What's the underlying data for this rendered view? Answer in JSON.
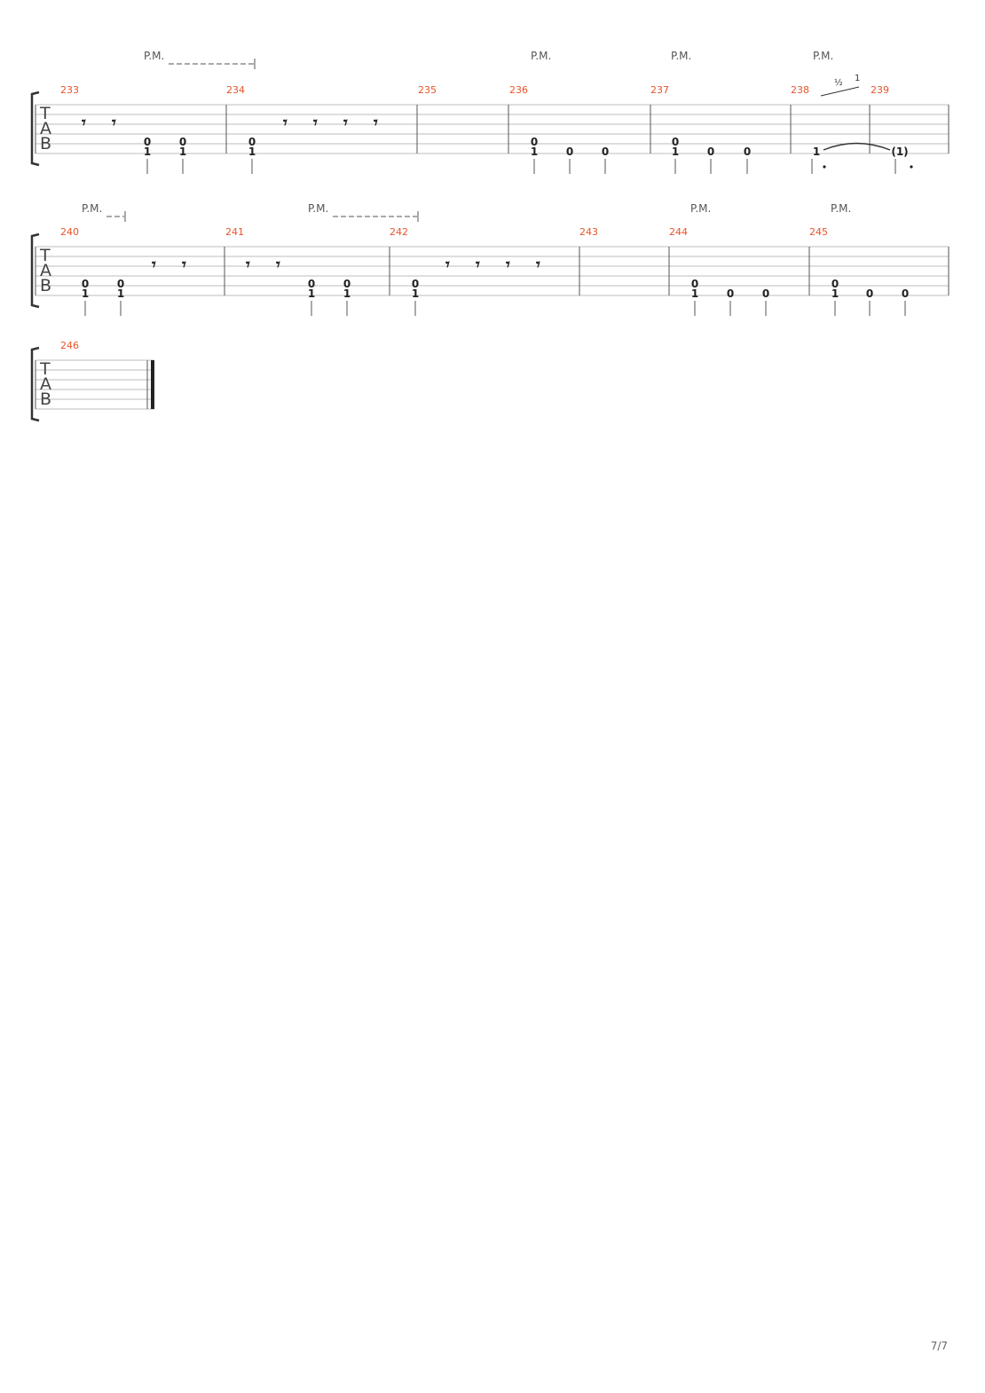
{
  "clef": {
    "t": "T",
    "a": "A",
    "b": "B"
  },
  "pm_label": "P.M.",
  "page_number": "7/7",
  "bend": {
    "half": "½",
    "full": "1"
  },
  "tied_note": "(1)",
  "systems": [
    {
      "name": "system-1",
      "measures": [
        {
          "number": "233",
          "rests": 2,
          "chords": [
            [
              "0",
              "1"
            ],
            [
              "0",
              "1"
            ]
          ]
        },
        {
          "number": "234",
          "rests": 4,
          "chords": [
            [
              "0",
              "1"
            ]
          ]
        },
        {
          "number": "235",
          "rests": 0,
          "chords": []
        },
        {
          "number": "236",
          "rests": 0,
          "chords": [
            [
              "0",
              "1"
            ],
            [
              "",
              "0"
            ],
            [
              "",
              "0"
            ]
          ]
        },
        {
          "number": "237",
          "rests": 0,
          "chords": [
            [
              "0",
              "1"
            ],
            [
              "",
              "0"
            ],
            [
              "",
              "0"
            ]
          ]
        },
        {
          "number": "238",
          "rests": 0,
          "chords": [
            [
              "",
              "1"
            ]
          ]
        },
        {
          "number": "239",
          "rests": 0,
          "chords": []
        }
      ]
    },
    {
      "name": "system-2",
      "measures": [
        {
          "number": "240",
          "rests": 2,
          "chords": [
            [
              "0",
              "1"
            ],
            [
              "0",
              "1"
            ]
          ]
        },
        {
          "number": "241",
          "rests": 2,
          "chords": [
            [
              "0",
              "1"
            ],
            [
              "0",
              "1"
            ]
          ]
        },
        {
          "number": "242",
          "rests": 4,
          "chords": [
            [
              "0",
              "1"
            ]
          ]
        },
        {
          "number": "243",
          "rests": 0,
          "chords": []
        },
        {
          "number": "244",
          "rests": 0,
          "chords": [
            [
              "0",
              "1"
            ],
            [
              "",
              "0"
            ],
            [
              "",
              "0"
            ]
          ]
        },
        {
          "number": "245",
          "rests": 0,
          "chords": [
            [
              "0",
              "1"
            ],
            [
              "",
              "0"
            ],
            [
              "",
              "0"
            ]
          ]
        }
      ]
    },
    {
      "name": "system-3",
      "measures": [
        {
          "number": "246",
          "rests": 0,
          "chords": []
        }
      ]
    }
  ]
}
